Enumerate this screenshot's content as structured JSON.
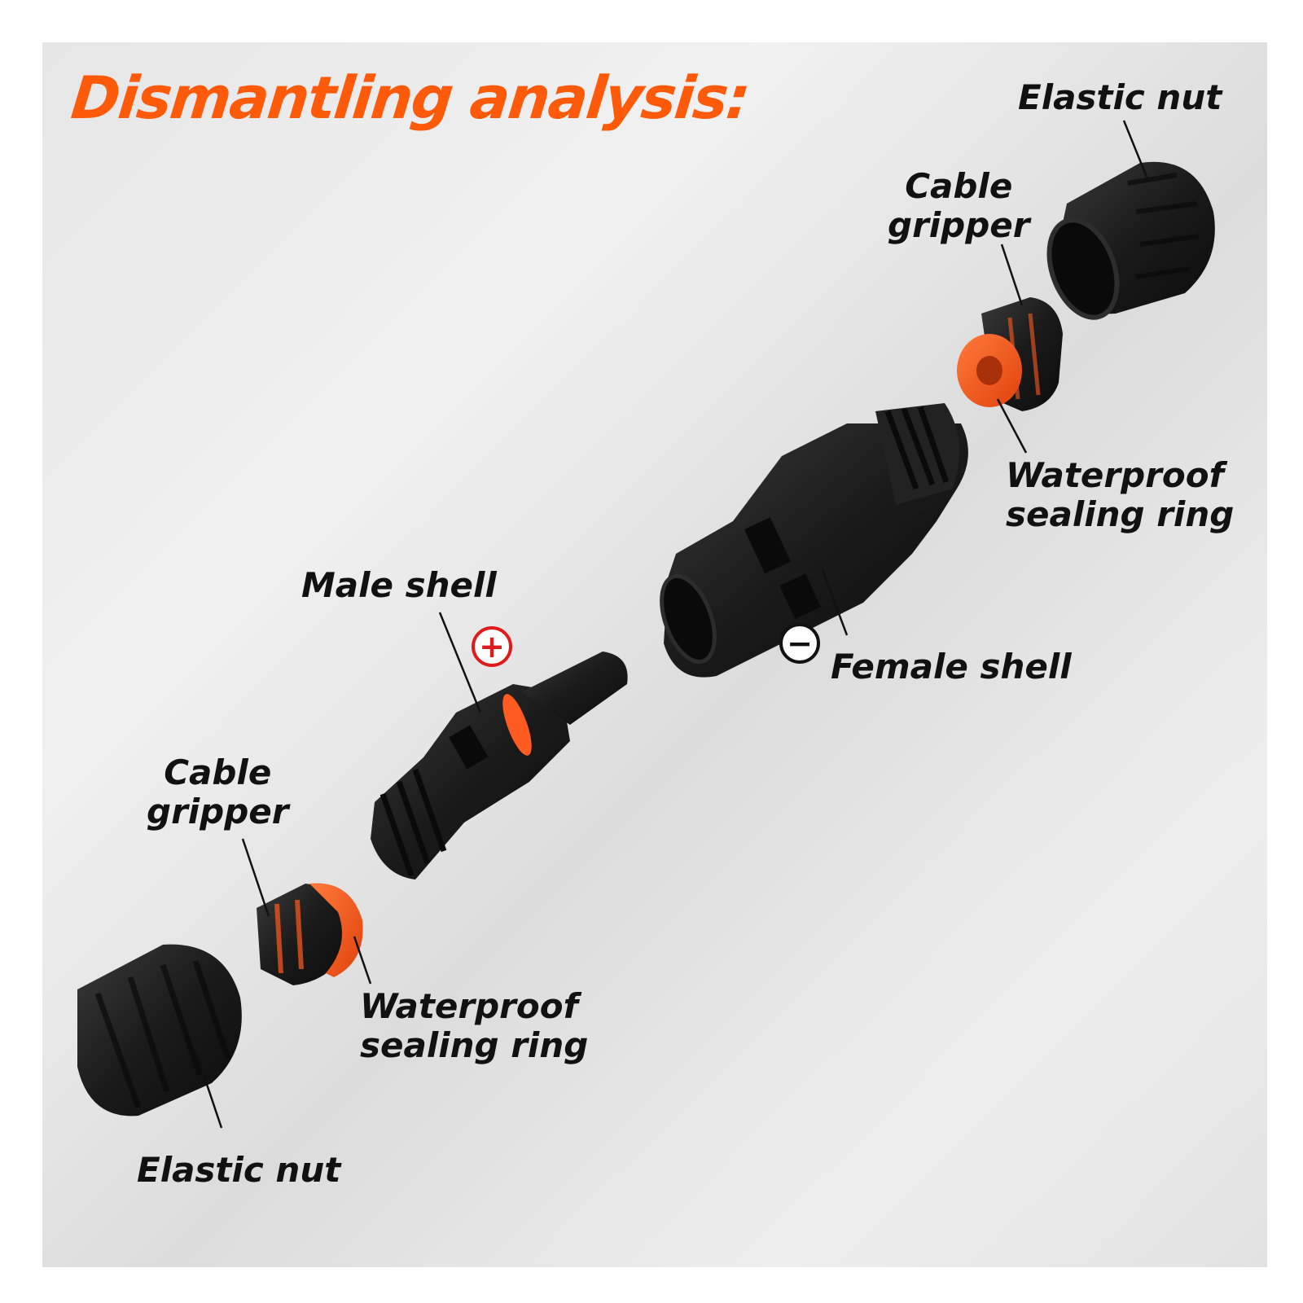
{
  "title": "Dismantling analysis:",
  "labels": {
    "elastic_nut_top": "Elastic nut",
    "cable_gripper_top": [
      "Cable",
      "gripper"
    ],
    "waterproof_ring_top": [
      "Waterproof",
      "sealing ring"
    ],
    "male_shell": "Male shell",
    "female_shell": "Female shell",
    "cable_gripper_bottom": [
      "Cable",
      "gripper"
    ],
    "waterproof_ring_bottom": [
      "Waterproof",
      "sealing ring"
    ],
    "elastic_nut_bottom": "Elastic nut"
  },
  "polarity": {
    "plus": "+",
    "minus": "−"
  },
  "colors": {
    "title": "#ff5a0a",
    "seal": "#ff5a1f",
    "plus_badge": "#e01b1b",
    "minus_badge": "#111111",
    "plastic": "#1c1c1c"
  },
  "icons": [
    "plus-icon",
    "minus-icon"
  ]
}
